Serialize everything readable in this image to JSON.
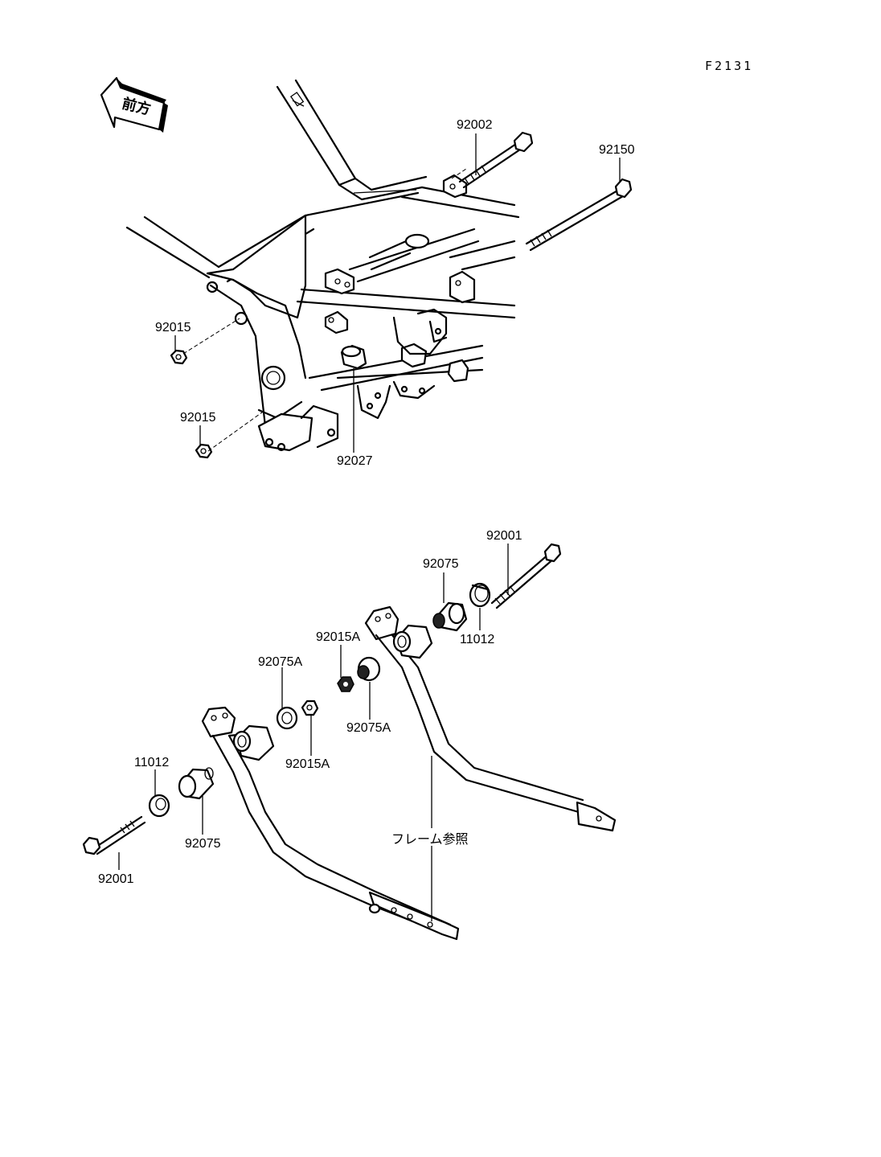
{
  "diagram": {
    "ref_code": "F2131",
    "front_arrow_label": "前方",
    "callouts": {
      "p92002": "92002",
      "p92150": "92150",
      "p92015_upper": "92015",
      "p92015_lower": "92015",
      "p92027": "92027",
      "p92001_right": "92001",
      "p92075_right": "92075",
      "p11012_right": "11012",
      "p92015A_right": "92015A",
      "p92075A_left": "92075A",
      "p92075A_right": "92075A",
      "p92015A_left": "92015A",
      "p11012_left": "11012",
      "p92075_left": "92075",
      "p92001_left": "92001",
      "frame_ref": "フレーム参照"
    }
  }
}
